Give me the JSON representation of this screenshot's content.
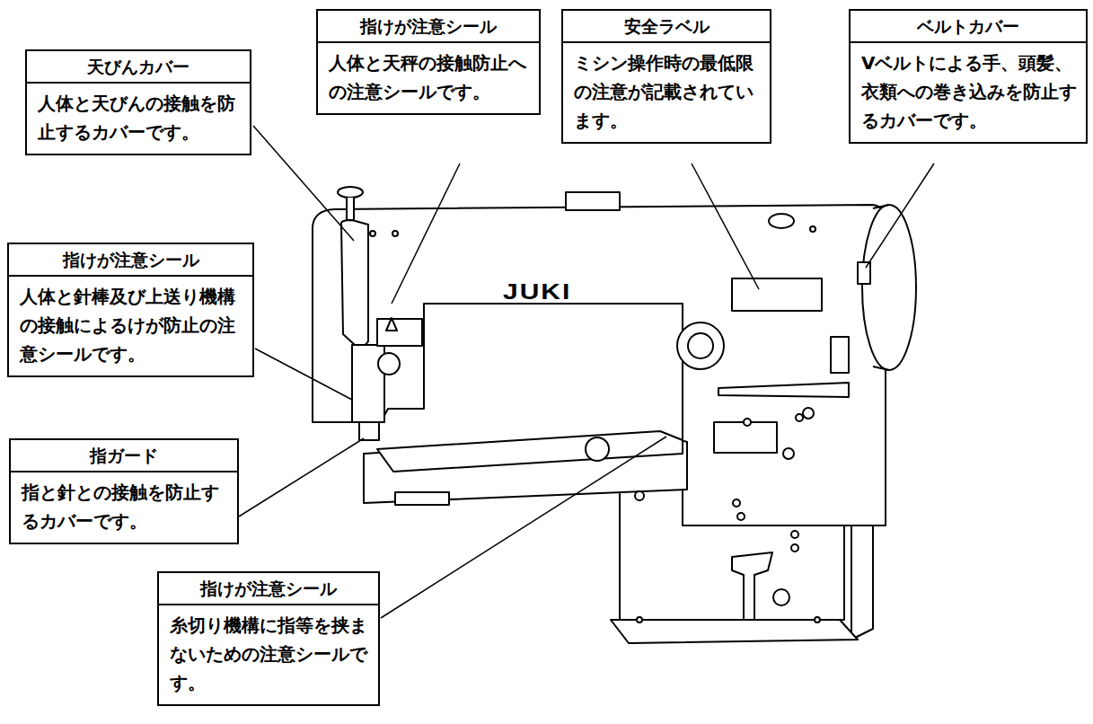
{
  "diagram": {
    "nodes": [
      {
        "text": [
          "天びんカバー",
          "人体と天びんの接触を防止するカバーです。"
        ]
      },
      {
        "text": [
          "指けが注意シール",
          "人体と天秤の接触防止への注意シールです。"
        ]
      },
      {
        "text": [
          "安全ラベル",
          "ミシン操作時の最低限の注意が記載されています。"
        ]
      },
      {
        "text": [
          "ベルトカバー",
          "Vベルトによる手、頭髪、衣類への巻き込みを防止するカバーです。"
        ]
      },
      {
        "text": [
          "指けが注意シール",
          "人体と針棒及び上送り機構の接触によるけが防止の注意シールです。"
        ]
      },
      {
        "text": [
          "指ガード",
          "指と針との接触を防止するカバーです。"
        ]
      },
      {
        "text": [
          "指けが注意シール",
          "糸切り機構に指等を挟まないための注意シールです。"
        ]
      }
    ],
    "labels": [
      "JUKI"
    ]
  }
}
